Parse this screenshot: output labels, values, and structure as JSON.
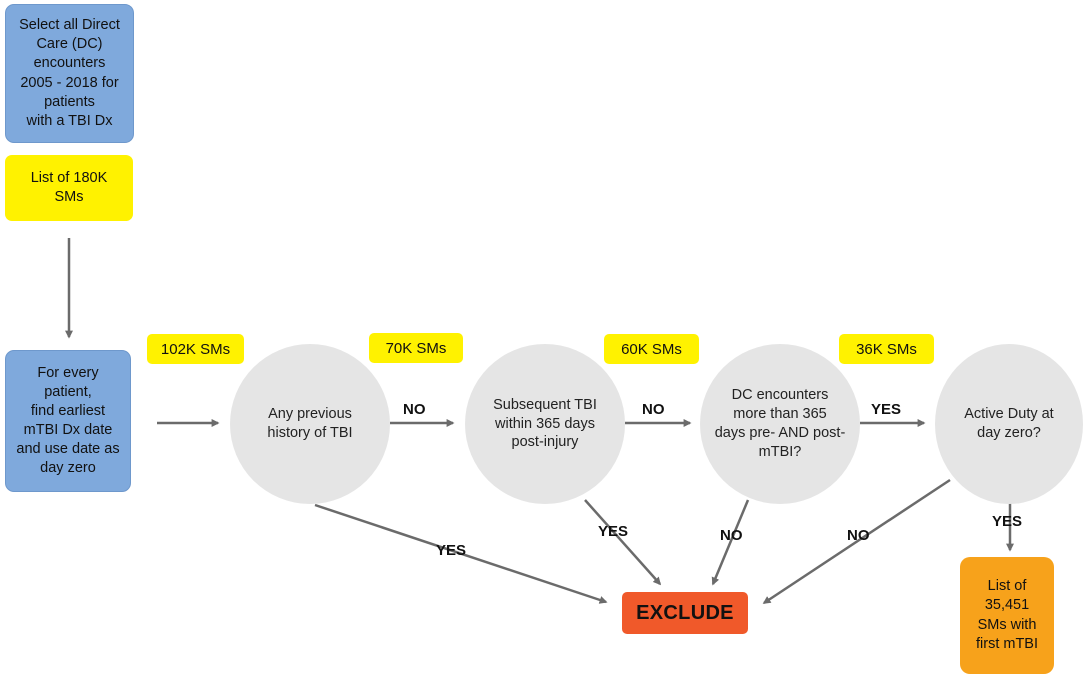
{
  "boxes": {
    "select_dc": "Select all Direct\nCare (DC)\nencounters\n2005 - 2018 for\npatients\nwith a TBI Dx",
    "list_180k": "List of 180K\nSMs",
    "day_zero": "For every\npatient,\nfind earliest\nmTBI Dx date\nand use date as\nday zero",
    "result": "List of\n35,451\nSMs with\nfirst mTBI"
  },
  "counts": {
    "c1": "102K SMs",
    "c2": "70K SMs",
    "c3": "60K SMs",
    "c4": "36K SMs"
  },
  "decisions": {
    "d1": "Any previous\nhistory of TBI",
    "d2": "Subsequent TBI\nwithin 365 days\npost-injury",
    "d3": "DC encounters\nmore than 365\ndays pre- AND post-\nmTBI?",
    "d4": "Active Duty at\nday zero?"
  },
  "edge_labels": {
    "d1_to_d2": "NO",
    "d2_to_d3": "NO",
    "d3_to_d4": "YES",
    "d1_exclude": "YES",
    "d2_exclude": "YES",
    "d3_exclude": "NO",
    "d4_exclude": "NO",
    "d4_result": "YES"
  },
  "exclude": "EXCLUDE",
  "colors": {
    "blue": "#7fa9dc",
    "yellow": "#fff200",
    "grey": "#e5e5e5",
    "orange": "#f7a21b",
    "red": "#f0592a",
    "arrow": "#6b6b6b"
  }
}
